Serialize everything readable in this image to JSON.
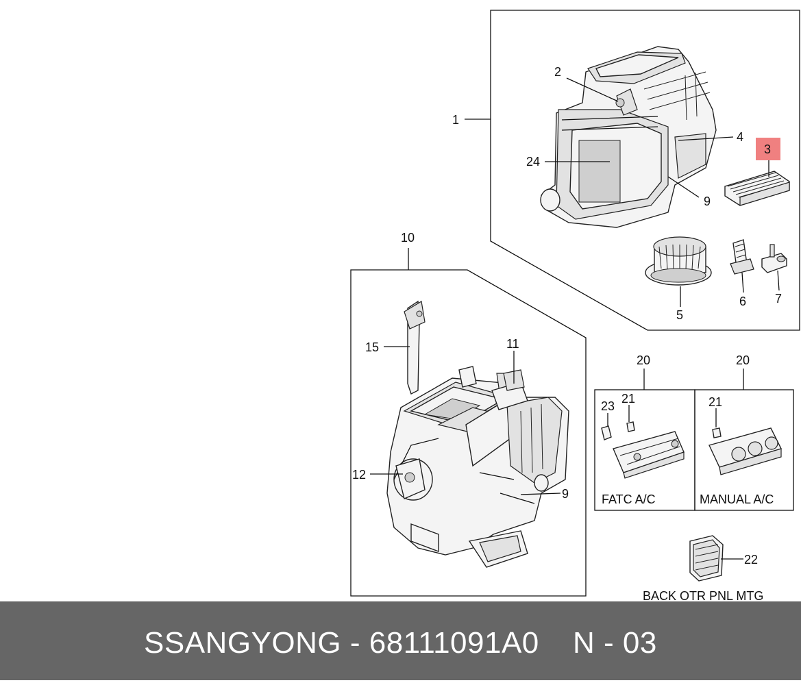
{
  "callouts": {
    "c1": "1",
    "c2": "2",
    "c3": "3",
    "c4": "4",
    "c5": "5",
    "c6": "6",
    "c7": "7",
    "c9a": "9",
    "c24": "24",
    "c10": "10",
    "c11": "11",
    "c12": "12",
    "c15": "15",
    "c9b": "9",
    "c20a": "20",
    "c20b": "20",
    "c21a": "21",
    "c21b": "21",
    "c23": "23",
    "c22": "22"
  },
  "labels": {
    "fatc": "FATC A/C",
    "manual": "MANUAL A/C",
    "back": "BACK OTR PNL  MTG"
  },
  "highlight": {
    "part": "3",
    "color": "#f08080"
  },
  "footer": {
    "brand_part": "SSANGYONG - 68111091A0",
    "page": "N - 03",
    "background": "#666666",
    "text_color": "#ffffff"
  }
}
